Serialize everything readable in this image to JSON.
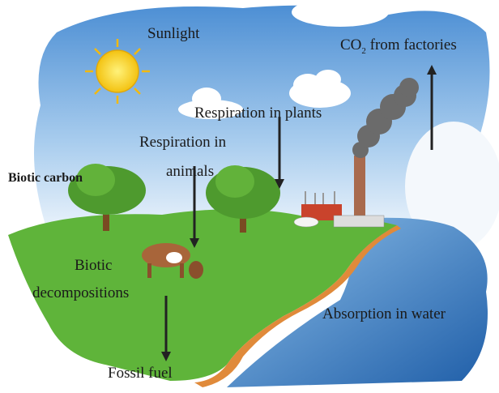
{
  "labels": {
    "sunlight": "Sunlight",
    "co2_prefix": "CO",
    "co2_sub": "2",
    "co2_suffix": " from factories",
    "respiration_plants": "Respiration in plants",
    "respiration_animals_1": "Respiration in",
    "respiration_animals_2": "animals",
    "biotic_carbon": "Biotic carbon",
    "biotic_decomp_1": "Biotic",
    "biotic_decomp_2": "decompositions",
    "absorption_water": "Absorption in water",
    "fossil_fuel": "Fossil fuel"
  },
  "colors": {
    "sky": "#7fb2e0",
    "grass": "#5fb43a",
    "water": "#3f7fc4",
    "sun": "#f7d21c",
    "shore": "#e08a3a",
    "smoke": "#6b6b6b",
    "factory": "#c9432c"
  }
}
